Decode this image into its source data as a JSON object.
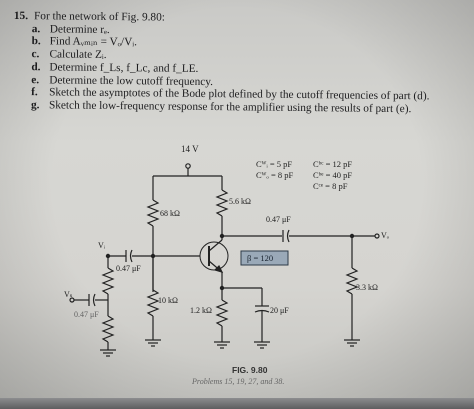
{
  "problem": {
    "number": "15.",
    "prompt": "For the network of Fig. 9.80:",
    "items": [
      {
        "letter": "a.",
        "text": "Determine rₑ."
      },
      {
        "letter": "b.",
        "text": "Find Aᵥₘᵢₙ = Vₒ/Vᵢ."
      },
      {
        "letter": "c.",
        "text": "Calculate Zᵢ."
      },
      {
        "letter": "d.",
        "text": "Determine f_Ls, f_Lc, and f_LE."
      },
      {
        "letter": "e.",
        "text": "Determine the low cutoff frequency."
      },
      {
        "letter": "f.",
        "text": "Sketch the asymptotes of the Bode plot defined by the cutoff frequencies of part (d)."
      },
      {
        "letter": "g.",
        "text": "Sketch the low-frequency response for the amplifier using the results of part (e)."
      }
    ]
  },
  "circuit": {
    "supply": "14 V",
    "r1": "68 kΩ",
    "r2": "10 kΩ",
    "rc": "5.6 kΩ",
    "re": "1.2 kΩ",
    "rl": "3.3 kΩ",
    "rs_label": "",
    "c_coupling_out": "0.47 μF",
    "c_coupling_in": "0.47 μF",
    "c_source": "0.47 μF",
    "c_emitter": "20 μF",
    "beta": "β = 120",
    "vi": "Vᵢ",
    "vs": "Vₛ",
    "vo": "Vₒ",
    "cap_params": [
      "Cᵂᵢ = 5 pF",
      "Cᵂₒ = 8 pF",
      "Cᵇᶜ = 12 pF",
      "Cᵇᵉ = 40 pF",
      "Cᶜᵉ = 8 pF"
    ]
  },
  "figure": {
    "caption": "FIG. 9.80",
    "subcaption": "Problems 15, 19, 27, and 38."
  },
  "colors": {
    "ink": "#1d1d1f",
    "paper": "#d5d4d0",
    "beta_box": "#9aa9b8"
  }
}
